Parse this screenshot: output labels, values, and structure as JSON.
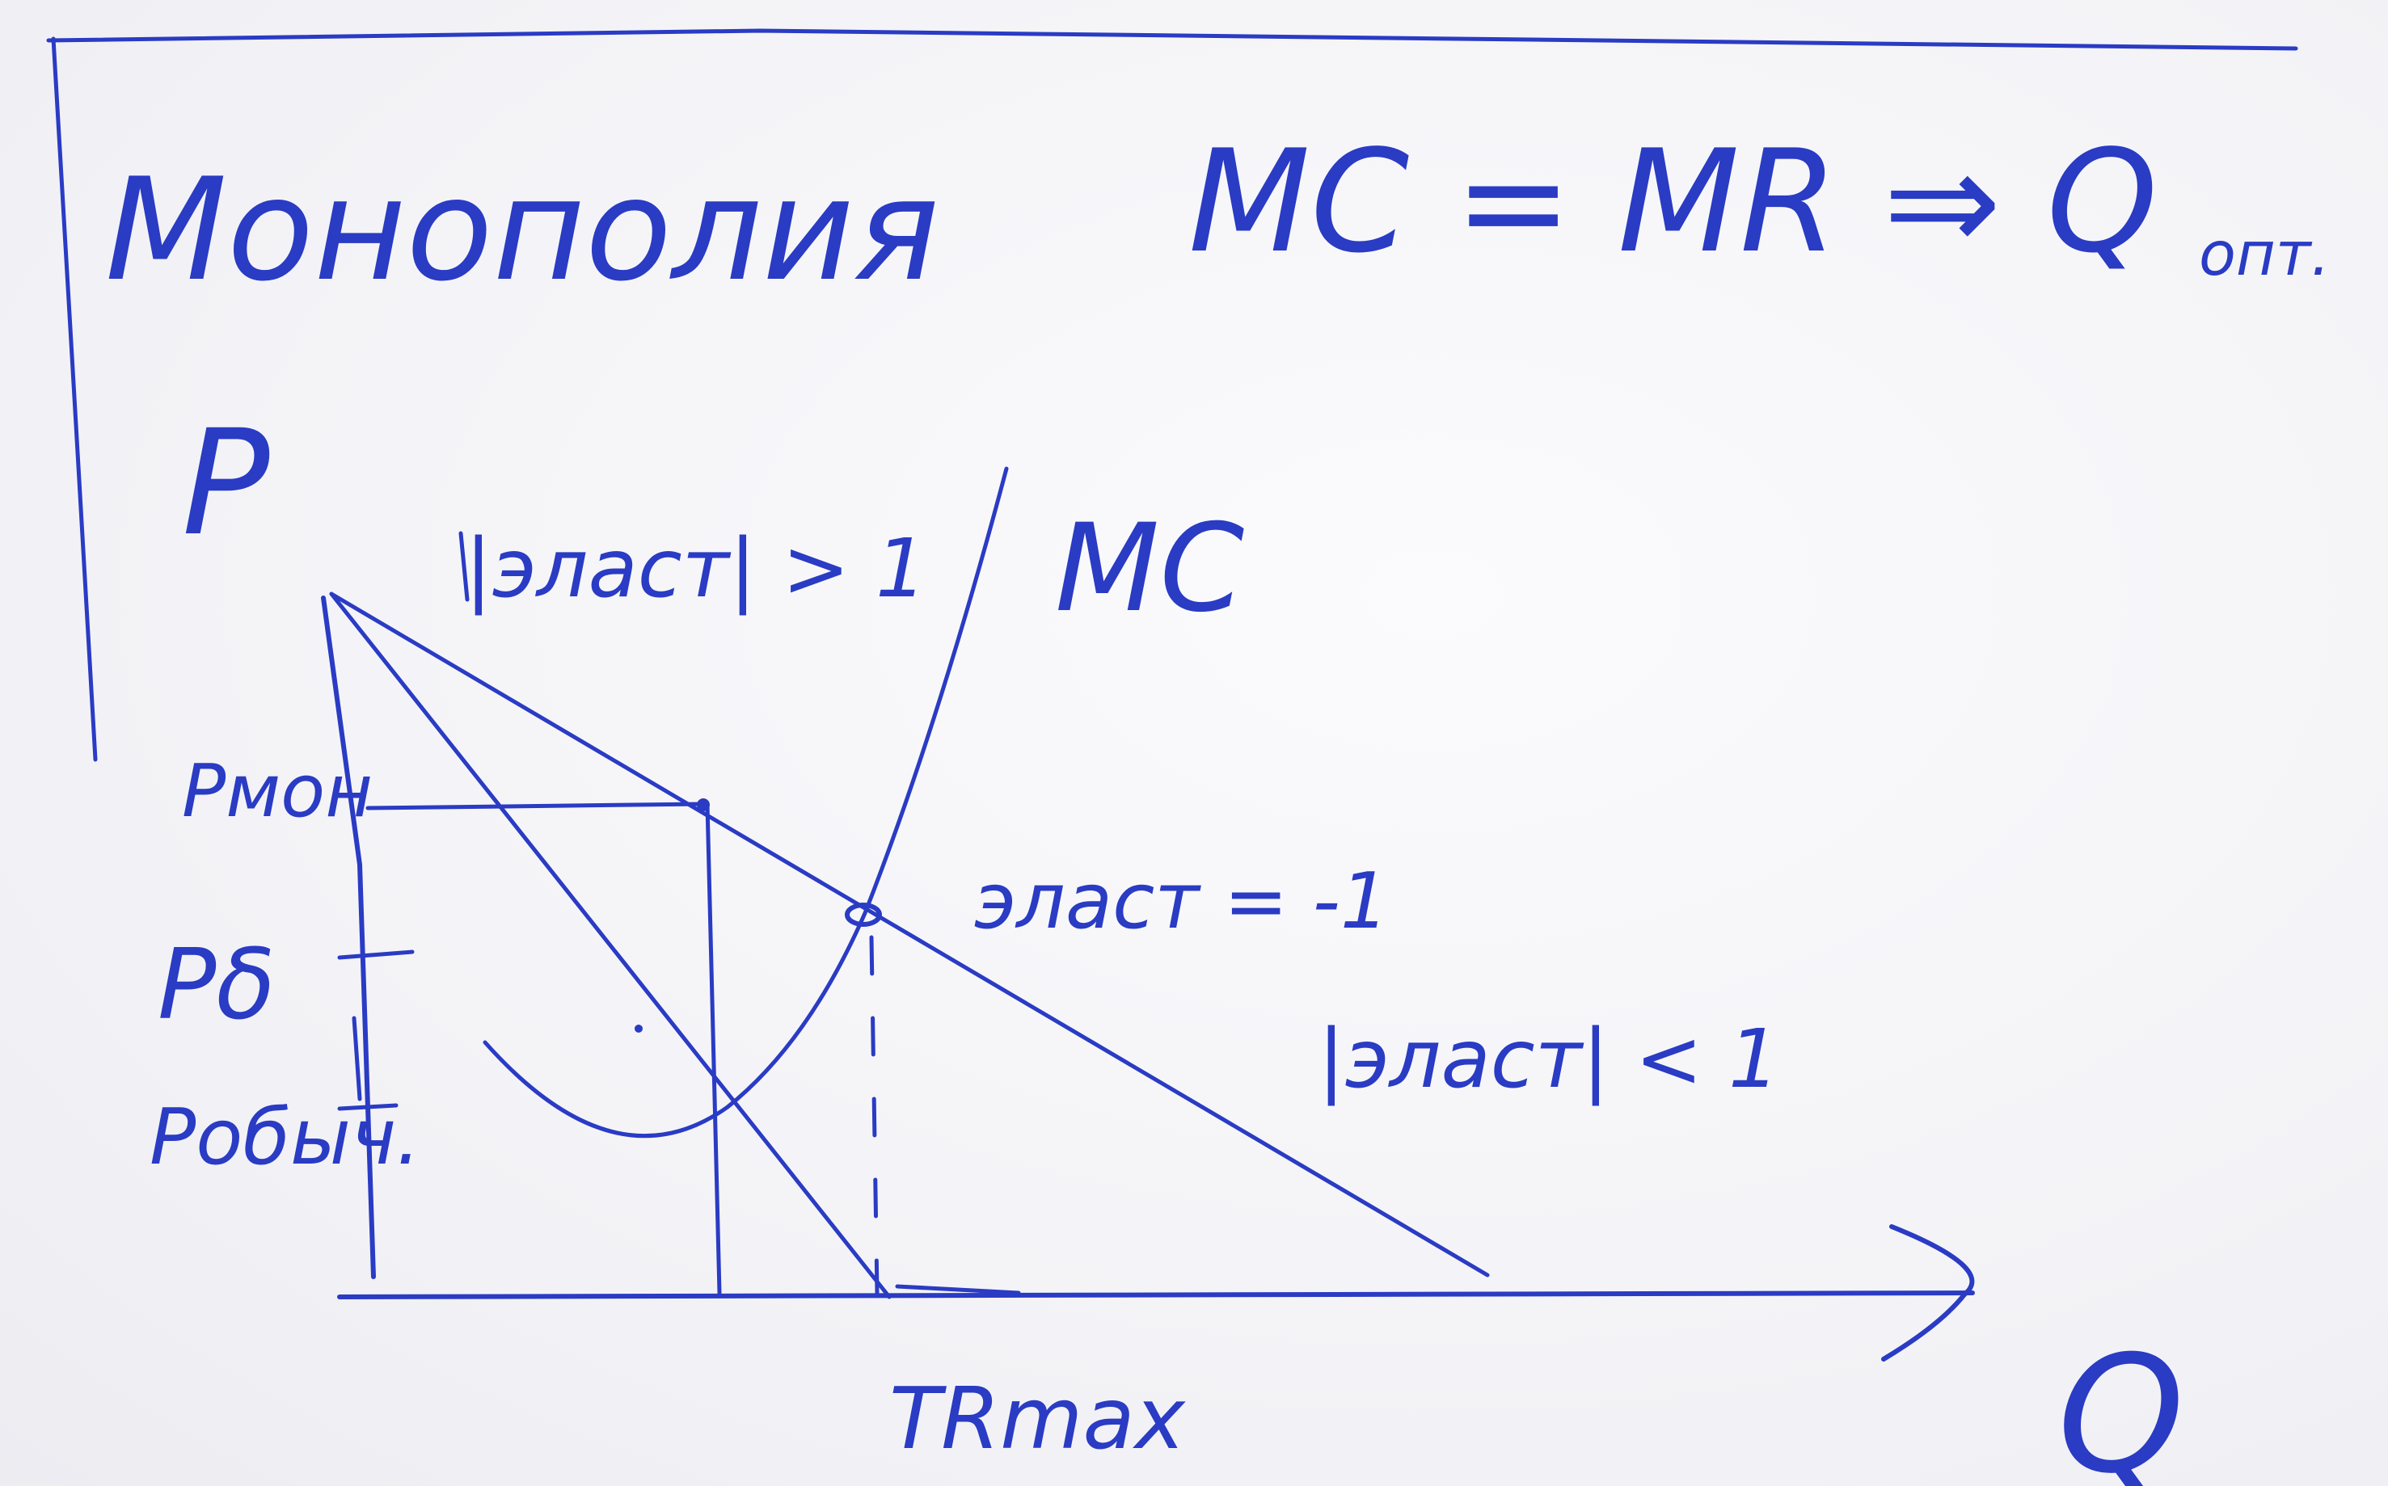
{
  "colors": {
    "ink": "#2a3bc4",
    "paper": "#f6f6f8"
  },
  "heading": {
    "title": "Монополия",
    "rule": "MC = MR ⇒ Q",
    "rule_subscript": "опт."
  },
  "axes": {
    "y_label": "P",
    "x_label": "Q"
  },
  "labels": {
    "mc": "MC",
    "p_mon": "Pмон",
    "p_delta": "Pδ",
    "p_ordinary": "Pобыч.",
    "elastic": "|эласт| > 1",
    "unit": "эласт = -1",
    "inelastic": "|эласт| < 1",
    "tr_max": "TRmax"
  }
}
